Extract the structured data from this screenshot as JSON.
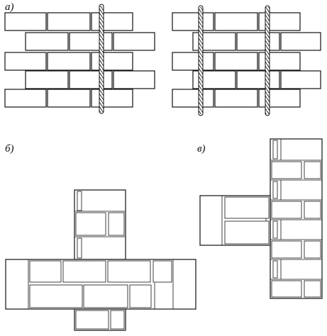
{
  "labels": {
    "a": "а)",
    "b": "б)",
    "v": "в)"
  },
  "colors": {
    "line": "#111111",
    "background": "#ffffff"
  }
}
